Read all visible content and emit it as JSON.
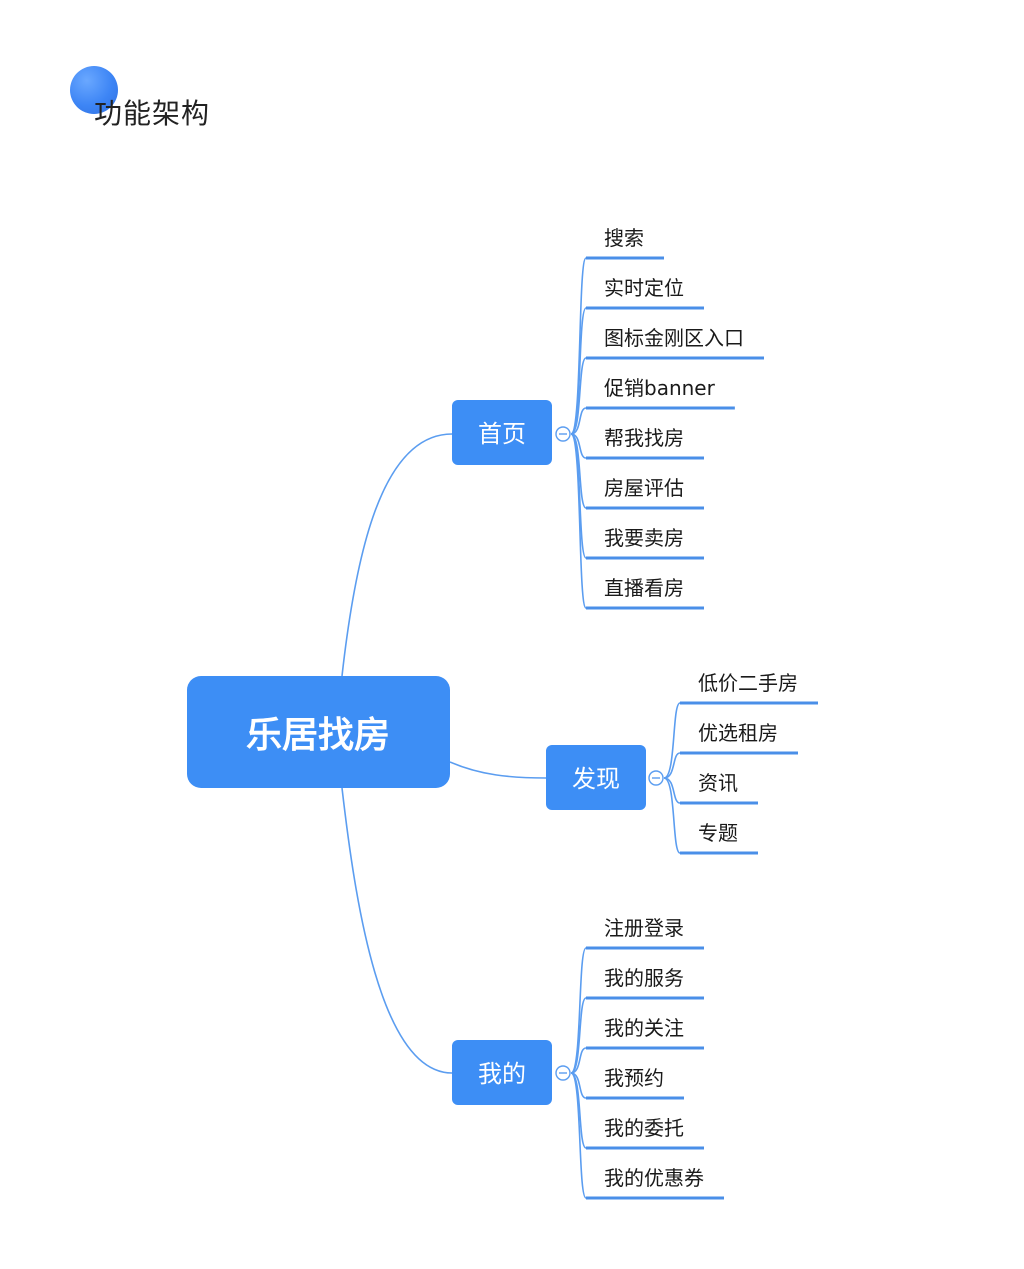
{
  "header": {
    "title": "功能架构"
  },
  "mindmap": {
    "root": "乐居找房",
    "branches": [
      {
        "label": "首页",
        "children": [
          "搜索",
          "实时定位",
          "图标金刚区入口",
          "促销banner",
          "帮我找房",
          "房屋评估",
          "我要卖房",
          "直播看房"
        ]
      },
      {
        "label": "发现",
        "children": [
          "低价二手房",
          "优选租房",
          "资讯",
          "专题"
        ]
      },
      {
        "label": "我的",
        "children": [
          "注册登录",
          "我的服务",
          "我的关注",
          "我预约",
          "我的委托",
          "我的优惠券"
        ]
      }
    ]
  },
  "colors": {
    "node_fill": "#3d8ef5",
    "line": "#5b9df0",
    "underline": "#4a8fe8"
  }
}
